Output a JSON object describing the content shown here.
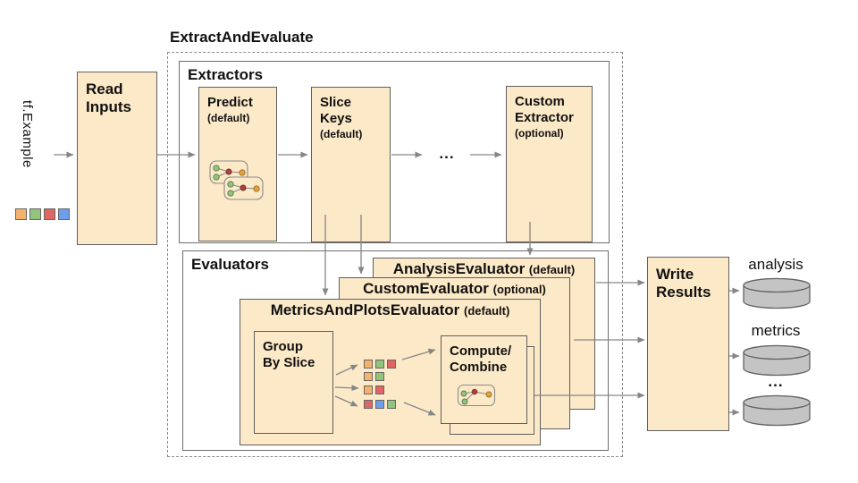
{
  "colors": {
    "box_fill": "#fce9c8",
    "box_border": "#5f5f5f",
    "line_color": "#868686",
    "cylinder_fill": "#c4c4c4",
    "cylinder_border": "#636363",
    "node_green": "#93c47d",
    "node_red": "#b0413e",
    "node_yellow": "#e2a33c",
    "sq_orange": "#f6b26b",
    "sq_green": "#93c47d",
    "sq_red": "#e06666",
    "sq_blue": "#6d9eeb"
  },
  "header": {
    "title": "ExtractAndEvaluate"
  },
  "input": {
    "label": "tf.Example",
    "squares": [
      "sq_orange",
      "sq_green",
      "sq_red",
      "sq_blue"
    ]
  },
  "read_inputs": {
    "lines": [
      "Read",
      "Inputs"
    ]
  },
  "extractors": {
    "label": "Extractors",
    "predict": {
      "name": "Predict",
      "qualifier": "(default)"
    },
    "slice_keys": {
      "lines": [
        "Slice",
        "Keys"
      ],
      "qualifier": "(default)"
    },
    "ellipsis": "...",
    "custom": {
      "lines": [
        "Custom",
        "Extractor"
      ],
      "qualifier": "(optional)"
    }
  },
  "evaluators": {
    "label": "Evaluators",
    "analysis_card": {
      "name": "AnalysisEvaluator",
      "qualifier": "(default)"
    },
    "custom_card": {
      "name": "CustomEvaluator",
      "qualifier": "(optional)"
    },
    "metrics_card": {
      "name": "MetricsAndPlotsEvaluator",
      "qualifier": "(default)"
    },
    "group_by_slice": {
      "lines": [
        "Group",
        "By Slice"
      ]
    },
    "compute_combine": {
      "lines": [
        "Compute/",
        "Combine"
      ]
    },
    "slice_rows": [
      [
        "sq_orange",
        "sq_green",
        "sq_red"
      ],
      [
        "sq_orange",
        "sq_green"
      ],
      [
        "sq_orange",
        "sq_red"
      ],
      [
        "sq_red",
        "sq_blue",
        "sq_green"
      ]
    ]
  },
  "write_results": {
    "lines": [
      "Write",
      "Results"
    ]
  },
  "outputs": {
    "analysis_label": "analysis",
    "metrics_label": "metrics",
    "ellipsis": "..."
  }
}
